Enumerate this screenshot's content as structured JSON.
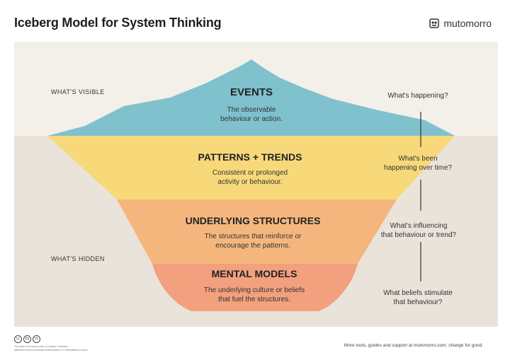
{
  "header": {
    "title": "Iceberg Model for System Thinking",
    "brand": "mutomorro",
    "brand_icon": "mutomorro-logo-icon"
  },
  "labels": {
    "visible": "WHAT'S VISIBLE",
    "hidden": "WHAT'S HIDDEN"
  },
  "layers": [
    {
      "title": "EVENTS",
      "description_line1": "The observable",
      "description_line2": "behaviour or action.",
      "color": "#7fc1cc",
      "question_line1": "What's happening?",
      "question_line2": ""
    },
    {
      "title": "PATTERNS + TRENDS",
      "description_line1": "Consistent or prolonged",
      "description_line2": "activity or behaviour.",
      "color": "#f7d97a",
      "question_line1": "What's been",
      "question_line2": "happening over time?"
    },
    {
      "title": "UNDERLYING STRUCTURES",
      "description_line1": "The structures that reinforce or",
      "description_line2": "encourage the patterns.",
      "color": "#f5b67e",
      "question_line1": "What's influencing",
      "question_line2": "that behaviour or trend?"
    },
    {
      "title": "MENTAL MODELS",
      "description_line1": "The underlying culture or beliefs",
      "description_line2": "that fuel the structures.",
      "color": "#f2a07e",
      "question_line1": "What beliefs stimulate",
      "question_line2": "that behaviour?"
    }
  ],
  "footer": {
    "right_text": "More tools, guides and support at mutomorro.com, change for good.",
    "license_icons": [
      "creative-commons-icon",
      "attribution-icon",
      "noncommercial-icon"
    ],
    "license_badges": [
      "cc",
      "by",
      "nc"
    ],
    "license_line1": "This work is licensed under a Creative Commons",
    "license_line2": "Attribution-NonCommercial-NoDerivatives 4.0 International License."
  }
}
